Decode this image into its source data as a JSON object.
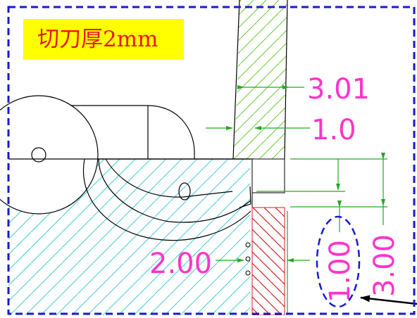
{
  "note": {
    "text": "切刀厚2mm"
  },
  "dimensions": {
    "d_3_01": "3.01",
    "d_1_0": "1.0",
    "d_2_00": "2.00",
    "d_1_00": "1.00",
    "d_3_00": "3.00"
  },
  "colors": {
    "frame": "#1a1acc",
    "dimension_text": "#ff33cc",
    "dimension_line": "#22aa22",
    "cyan_hatch": "#44cccc",
    "green_hatch": "#66cc33",
    "red_hatch": "#cc2222",
    "note_bg": "#ffff00",
    "note_text": "#e8171c",
    "highlight_ellipse": "#1a1acc"
  }
}
